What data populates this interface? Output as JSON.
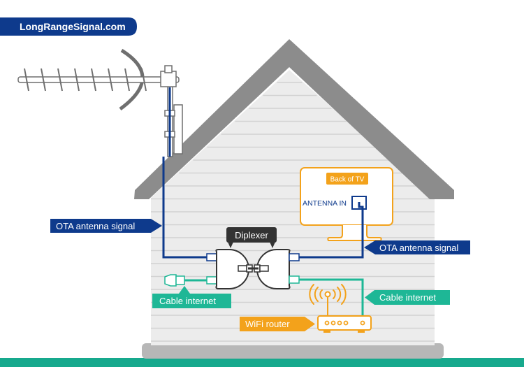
{
  "brand": {
    "text": "LongRangeSignal.com"
  },
  "labels": {
    "ota_left": "OTA antenna signal",
    "ota_right": "OTA antenna signal",
    "diplexer": "Diplexer",
    "cable_left": "Cable internet",
    "cable_right": "Cable internet",
    "wifi_router": "WiFi router",
    "back_of_tv": "Back of TV",
    "antenna_in": "ANTENNA IN"
  },
  "colors": {
    "navy": "#0e3a8c",
    "teal": "#1eb796",
    "orange": "#f3a21b",
    "roof": "#8c8c8c",
    "wall": "#ececec",
    "siding_line": "#d2d2d2",
    "foundation": "#b7b7b7",
    "ground": "#17a98d",
    "device": "#ffffff",
    "antenna_gray": "#6f6f6f",
    "dark_label": "#333333"
  },
  "icons": {
    "antenna": "yagi-antenna-icon",
    "diplexer": "diplexer-icon",
    "router": "wifi-router-icon",
    "tv": "tv-icon",
    "coax_plug": "coax-plug-icon"
  }
}
